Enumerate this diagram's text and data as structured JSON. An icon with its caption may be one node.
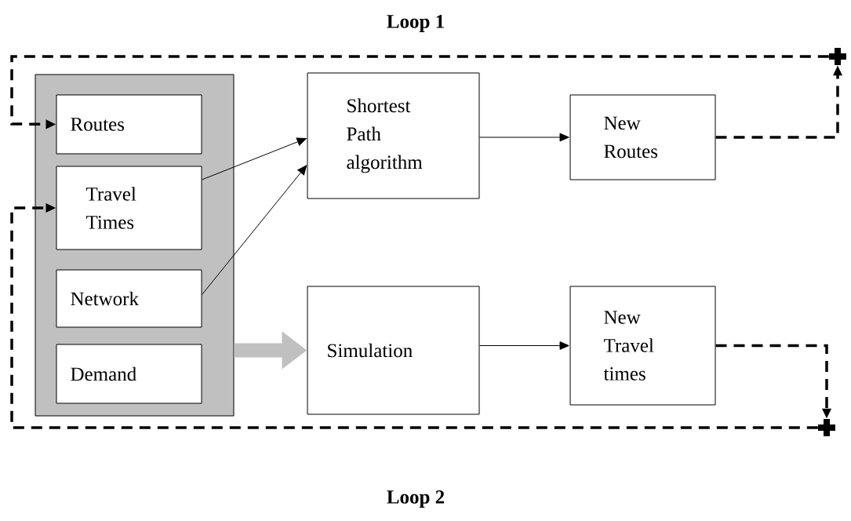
{
  "diagram": {
    "nodes": [
      {
        "text": [],
        "shape": "box"
      },
      {
        "text": [
          "Routes"
        ],
        "in": 0
      },
      {
        "text": [
          "Travel Times"
        ],
        "in": 0
      },
      {
        "text": [
          "Network"
        ],
        "in": 0
      },
      {
        "text": [
          "Demand"
        ],
        "in": 0
      },
      {
        "text": [
          "Shortest Path algorithm"
        ]
      },
      {
        "text": [
          "New Routes"
        ]
      },
      {
        "text": [
          "Simulation"
        ]
      },
      {
        "text": [
          "New Travel times"
        ]
      },
      {
        "text": [],
        "shape": "plus"
      },
      {
        "text": [],
        "shape": "plus"
      }
    ],
    "edges": [
      {
        "from": 2,
        "to": 5,
        "arrow": "to"
      },
      {
        "from": 3,
        "to": 5,
        "arrow": "to"
      },
      {
        "from": 5,
        "to": 6,
        "arrow": "to"
      },
      {
        "from": 6,
        "to": 9,
        "arrow": "to",
        "style": "dashed"
      },
      {
        "from": 9,
        "to": 1,
        "arrow": "to",
        "style": "dashed"
      },
      {
        "from": 0,
        "to": 7,
        "arrow": "to",
        "style": "thick",
        "color": "#c0c0c0"
      },
      {
        "from": 7,
        "to": 8,
        "arrow": "to"
      },
      {
        "from": 8,
        "to": 10,
        "arrow": "to",
        "style": "dashed"
      },
      {
        "from": 10,
        "to": 2,
        "arrow": "to",
        "style": "dashed"
      }
    ],
    "labels": [
      "Loop 1",
      "Loop 2"
    ]
  }
}
